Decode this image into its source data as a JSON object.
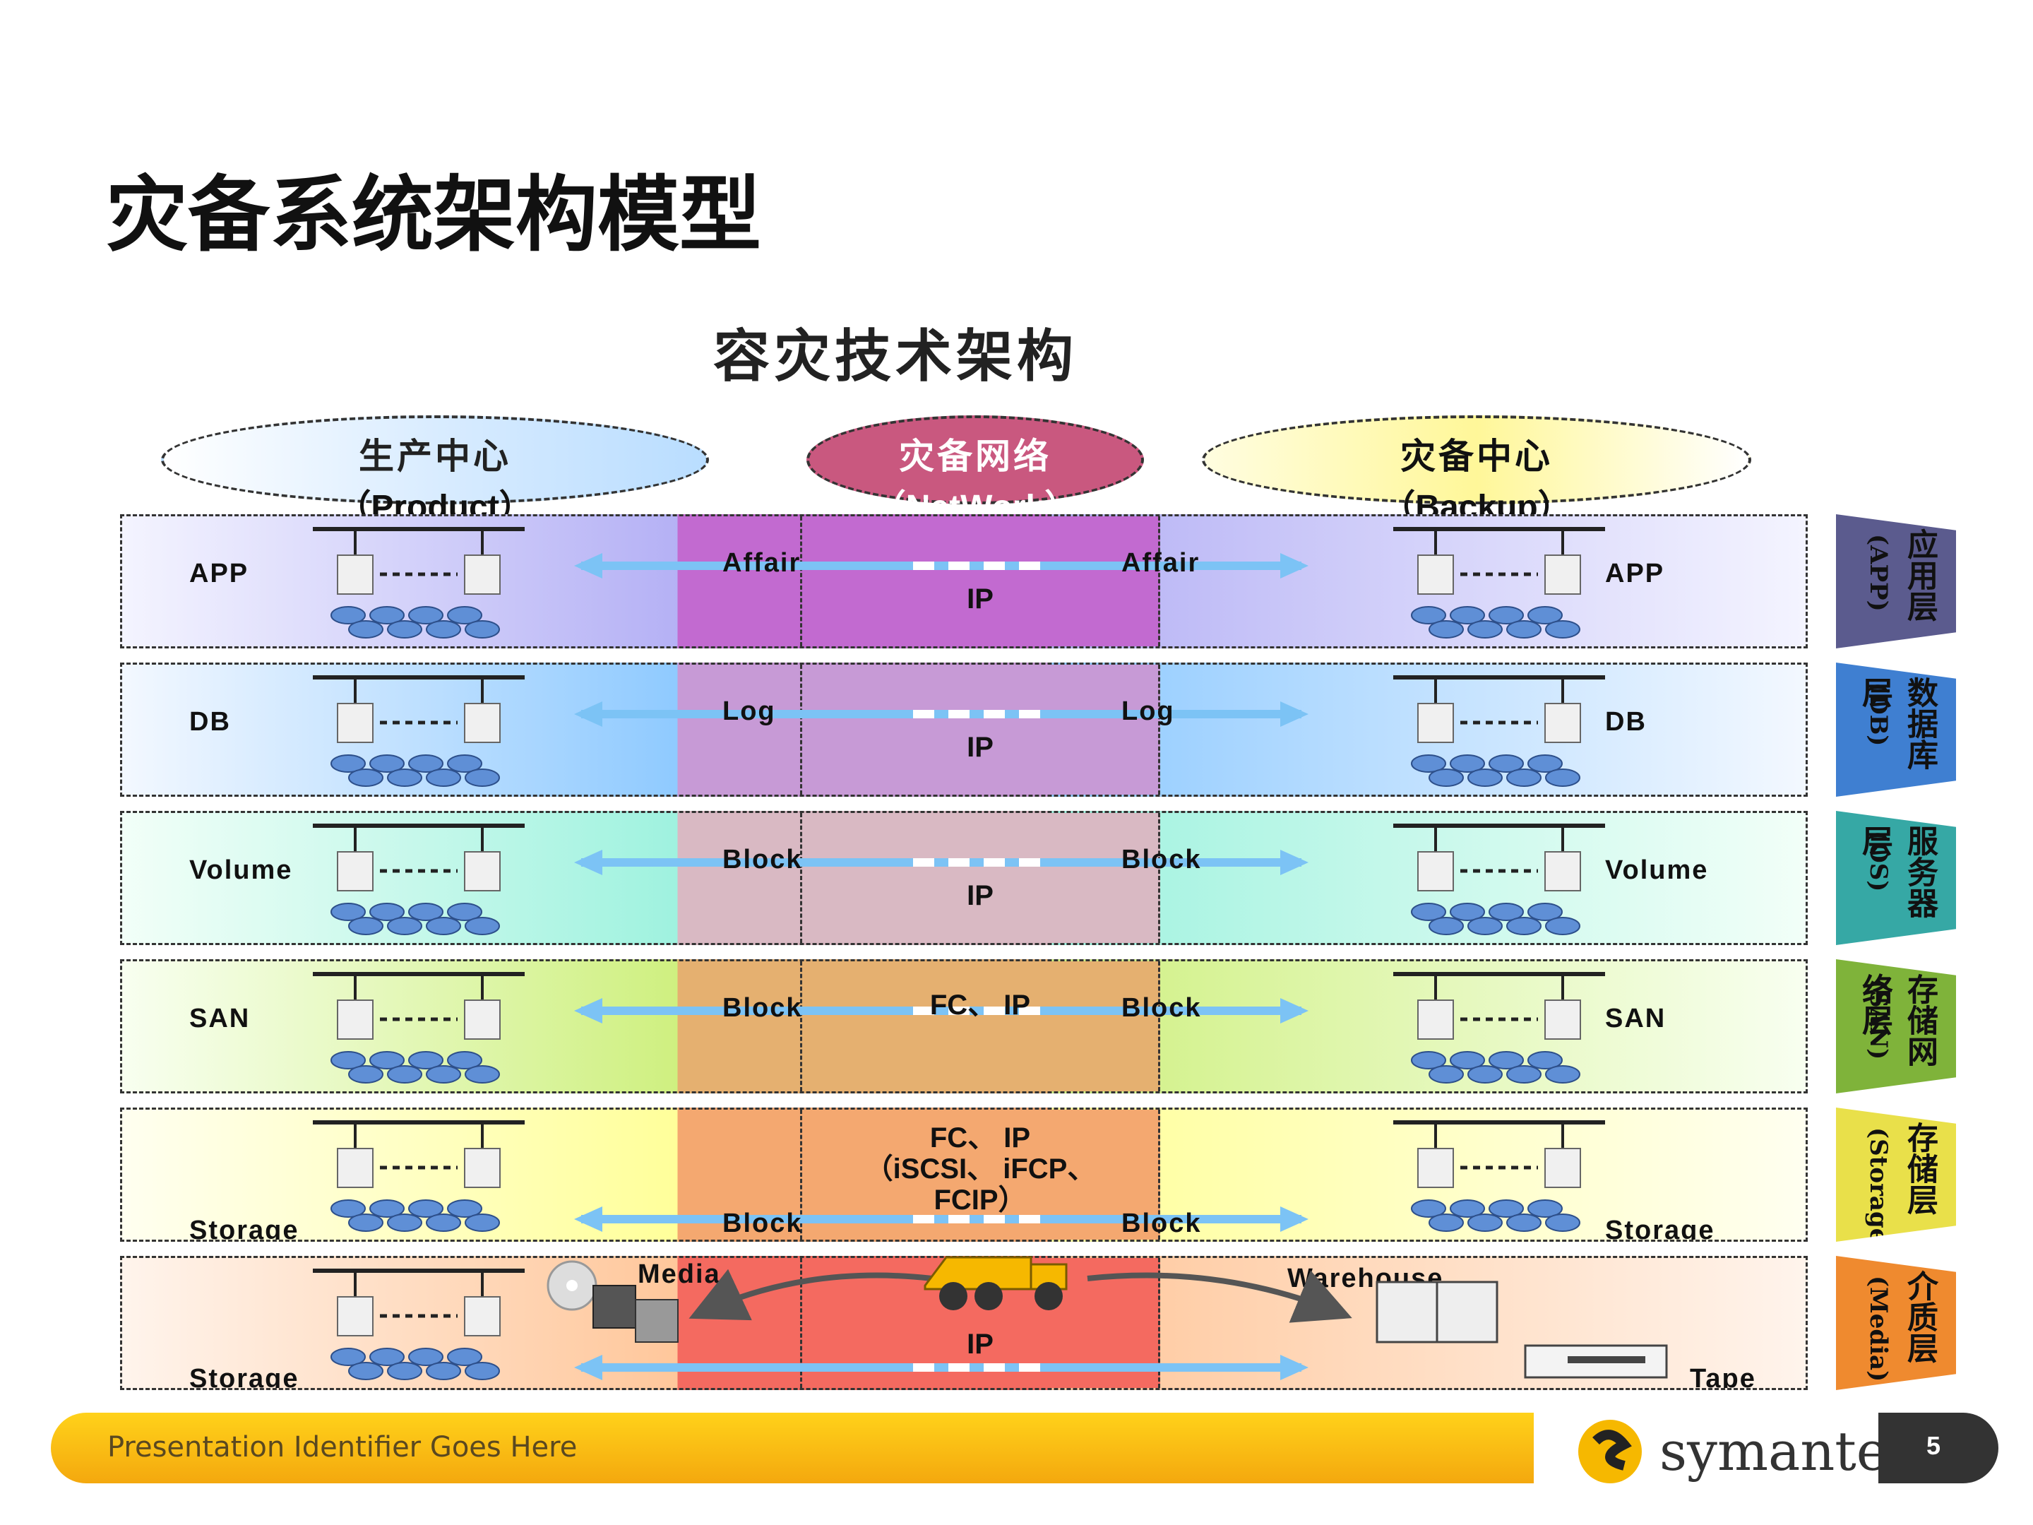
{
  "page_title": "灾备系统架构模型",
  "diagram_title": "容灾技术架构",
  "headers": {
    "production": {
      "cn": "生产中心",
      "en": "（Product）"
    },
    "network": {
      "cn": "灾备网络",
      "en": "（NetWork）"
    },
    "backup": {
      "cn": "灾备中心",
      "en": "（Backup）"
    }
  },
  "layers": [
    {
      "left": "APP",
      "right": "APP",
      "flow_left": "Affair",
      "flow_right": "Affair",
      "net": "IP",
      "tab_cn": "应用层",
      "tab_en": "(APP)",
      "color": "#5b5b8e"
    },
    {
      "left": "DB",
      "right": "DB",
      "flow_left": "Log",
      "flow_right": "Log",
      "net": "IP",
      "tab_cn": "数据库层",
      "tab_en": "(DB)",
      "color": "#3f7fd1"
    },
    {
      "left": "Volume",
      "right": "Volume",
      "flow_left": "Block",
      "flow_right": "Block",
      "net": "IP",
      "tab_cn": "服务器层",
      "tab_en": "(OS)",
      "color": "#36a8a5"
    },
    {
      "left": "SAN",
      "right": "SAN",
      "flow_left": "Block",
      "flow_right": "Block",
      "net": "FC、 IP",
      "tab_cn": "存储网络层",
      "tab_en": "(SAN)",
      "color": "#7fb33a"
    },
    {
      "left": "Storage",
      "right": "Storage",
      "flow_left": "Block",
      "flow_right": "Block",
      "net": "FC、 IP\n（iSCSI、 iFCP、\nFCIP）",
      "tab_cn": "存储层",
      "tab_en": "(Storage)",
      "color": "#e9e04a"
    },
    {
      "left": "Storage",
      "right": "Tape",
      "flow_left": "Media",
      "flow_right": "Warehouse",
      "net": "IP",
      "tab_cn": "介质层",
      "tab_en": "(Media)",
      "color": "#ef8a2f"
    }
  ],
  "footer": {
    "text": "Presentation Identifier Goes Here",
    "logo": "symantec.",
    "page": "5"
  },
  "icons": [
    "server-icon",
    "disk-array-icon",
    "truck-icon",
    "cd-icon",
    "floppy-icon",
    "hdd-icon",
    "cabinet-icon",
    "tape-drive-icon",
    "arrow-icon"
  ]
}
